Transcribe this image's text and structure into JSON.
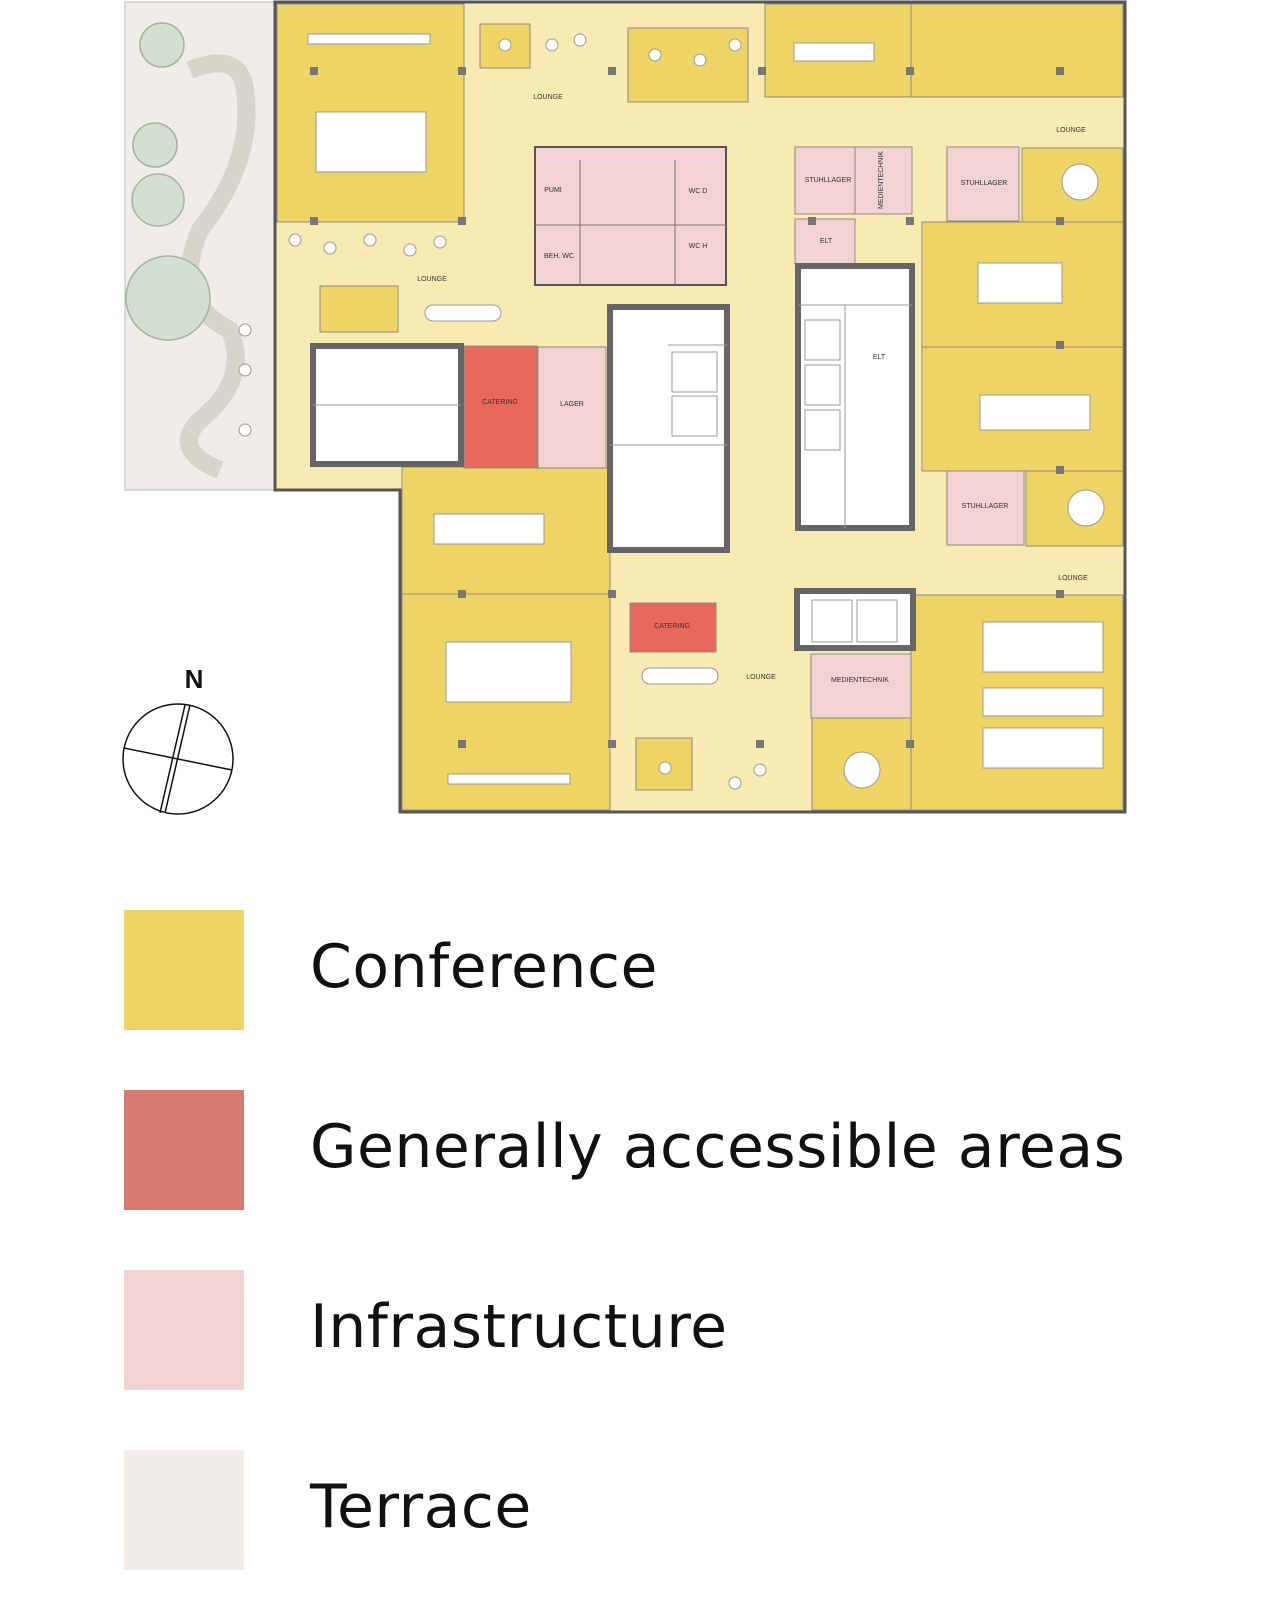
{
  "colors": {
    "conference": "#EED563",
    "generally_accessible": "#D97A70",
    "catering_red": "#E8685B",
    "infrastructure": "#F2D2D2",
    "terrace": "#F1ECE7",
    "corridor": "#F8EBB2",
    "core_grey": "#666666"
  },
  "plan": {
    "north_label": "N",
    "rooms": {
      "lounge_top": "LOUNGE",
      "lounge_top_right": "LOUNGE",
      "lounge_left": "LOUNGE",
      "lounge_right_mid": "LOUNGE",
      "lounge_bottom": "LOUNGE",
      "pumi": "PUMI",
      "wc_d": "WC D",
      "beh_wc": "BEH. WC",
      "wc_h": "WC H",
      "stuhllager_1": "STUHLLAGER",
      "medientechnik_1": "MEDIENTECHNIK",
      "stuhllager_2": "STUHLLAGER",
      "elt_1": "ELT",
      "elt_2": "ELT",
      "catering_1": "CATERING",
      "lager": "LAGER",
      "stuhllager_3": "STUHLLAGER",
      "catering_2": "CATERING",
      "medientechnik_2": "MEDIENTECHNIK"
    }
  },
  "legend": [
    {
      "label": "Conference",
      "color": "#EED563"
    },
    {
      "label": "Generally accessible areas",
      "color": "#D97A70"
    },
    {
      "label": "Infrastructure",
      "color": "#F2D2D2"
    },
    {
      "label": "Terrace",
      "color": "#F1ECE7"
    }
  ]
}
